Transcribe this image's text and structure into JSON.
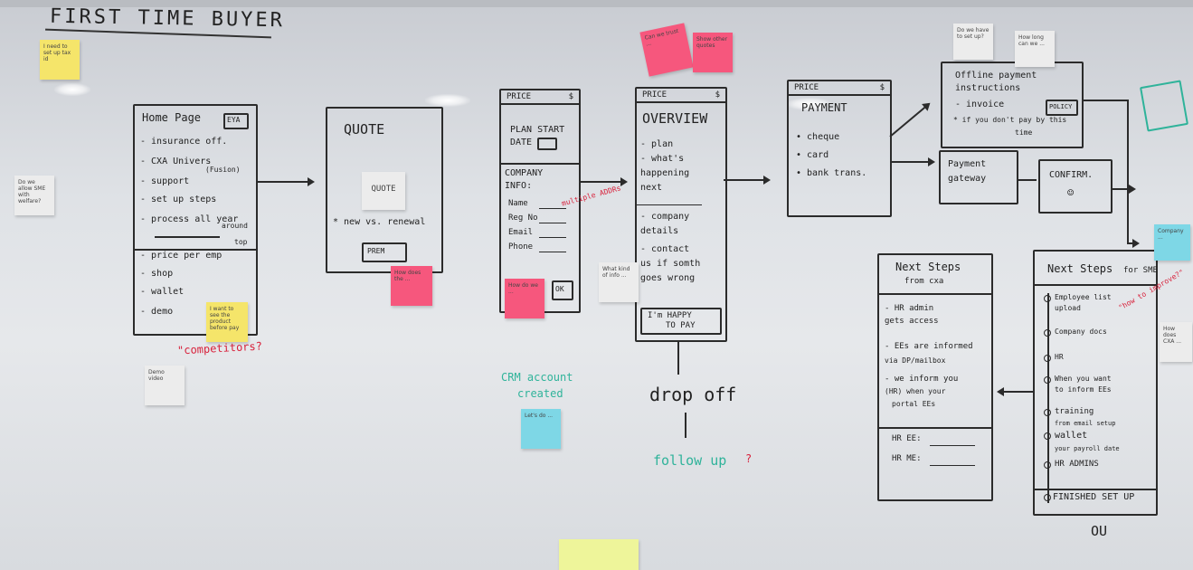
{
  "title": "FIRST TIME BUYER",
  "screens": {
    "homepage": {
      "heading": "Home Page",
      "badge": "EYA",
      "items": [
        "- insurance off.",
        "- CXA Univers",
        "- support",
        "- set up steps",
        "- process all year",
        "- price per emp",
        "- shop",
        "- wallet",
        "- demo"
      ],
      "note_bracket": "(Fusion)",
      "note_around": "around",
      "note_top": "top"
    },
    "quote": {
      "heading": "QUOTE",
      "inner_sticky": "QUOTE",
      "new_vs_renewal": "* new vs. renewal",
      "button": "PREM"
    },
    "company": {
      "bar": "PRICE",
      "bar_symbol": "$",
      "plan_start": "PLAN START",
      "date": "DATE",
      "company_info": "COMPANY",
      "info": "INFO:",
      "fields": [
        "Name",
        "Reg No",
        "Email",
        "Phone"
      ],
      "button": "OK"
    },
    "overview": {
      "bar": "PRICE",
      "bar_symbol": "$",
      "heading": "OVERVIEW",
      "items": [
        "- plan",
        "- what's",
        "  happening",
        "  next",
        "- company",
        "  details",
        "- contact",
        "  us if somth",
        "  goes wrong"
      ],
      "button_line1": "I'm HAPPY",
      "button_line2": "TO PAY"
    },
    "payment": {
      "bar": "PRICE",
      "bar_symbol": "$",
      "heading": "PAYMENT",
      "items": [
        "• cheque",
        "• card",
        "• bank trans."
      ]
    },
    "offline": {
      "lines": [
        "Offline payment",
        "instructions",
        "- invoice",
        "* if you don't pay by this",
        "time"
      ],
      "tag": "POLICY"
    },
    "gateway": {
      "line1": "Payment",
      "line2": "gateway"
    },
    "confirm": {
      "label": "CONFIRM.",
      "face": "☺"
    },
    "next_steps_cxa": {
      "heading_line1": "Next Steps",
      "heading_line2": "from cxa",
      "items": [
        "- HR admin",
        "  gets access",
        "- EEs are informed",
        "  via DP/mailbox",
        "- we inform you",
        "  (HR) when your",
        "  portal EEs"
      ],
      "field1": "HR EE:",
      "field2": "HR ME:"
    },
    "next_steps_sme": {
      "heading": "Next Steps",
      "heading_suffix": "for SME",
      "items": [
        "Employee list",
        "upload",
        "Company docs",
        "HR",
        "When you want",
        "to inform EEs",
        "training",
        "from email setup",
        "wallet",
        "your payroll date",
        "HR ADMINS"
      ],
      "finished": "FINISHED SET UP",
      "face": "OU"
    }
  },
  "annotations": {
    "competitors": "\"competitors?",
    "multiple_addrs": "multiple ADDRs",
    "crm_line1": "CRM account",
    "crm_line2": "created",
    "drop_off": "drop off",
    "follow_up": "follow up",
    "how_to_improve": "\"how to improve?\"",
    "question_mark": "?"
  },
  "stickies": {
    "s1": "I need to set up tax id",
    "s2": "Do we allow SME with welfare?",
    "s3": "How does CXA ...",
    "s4": "I want to see the product before pay",
    "s5": "Demo video",
    "s6": "How does the ...",
    "s7": "How do we ...",
    "s8": "Can we trust ...",
    "s9": "What kind of info ...",
    "s10": "Show other quotes",
    "s11": "How long can we ...",
    "s12": "Do we have to set up?",
    "s13": "Let's do ...",
    "s14": "Company ..."
  }
}
